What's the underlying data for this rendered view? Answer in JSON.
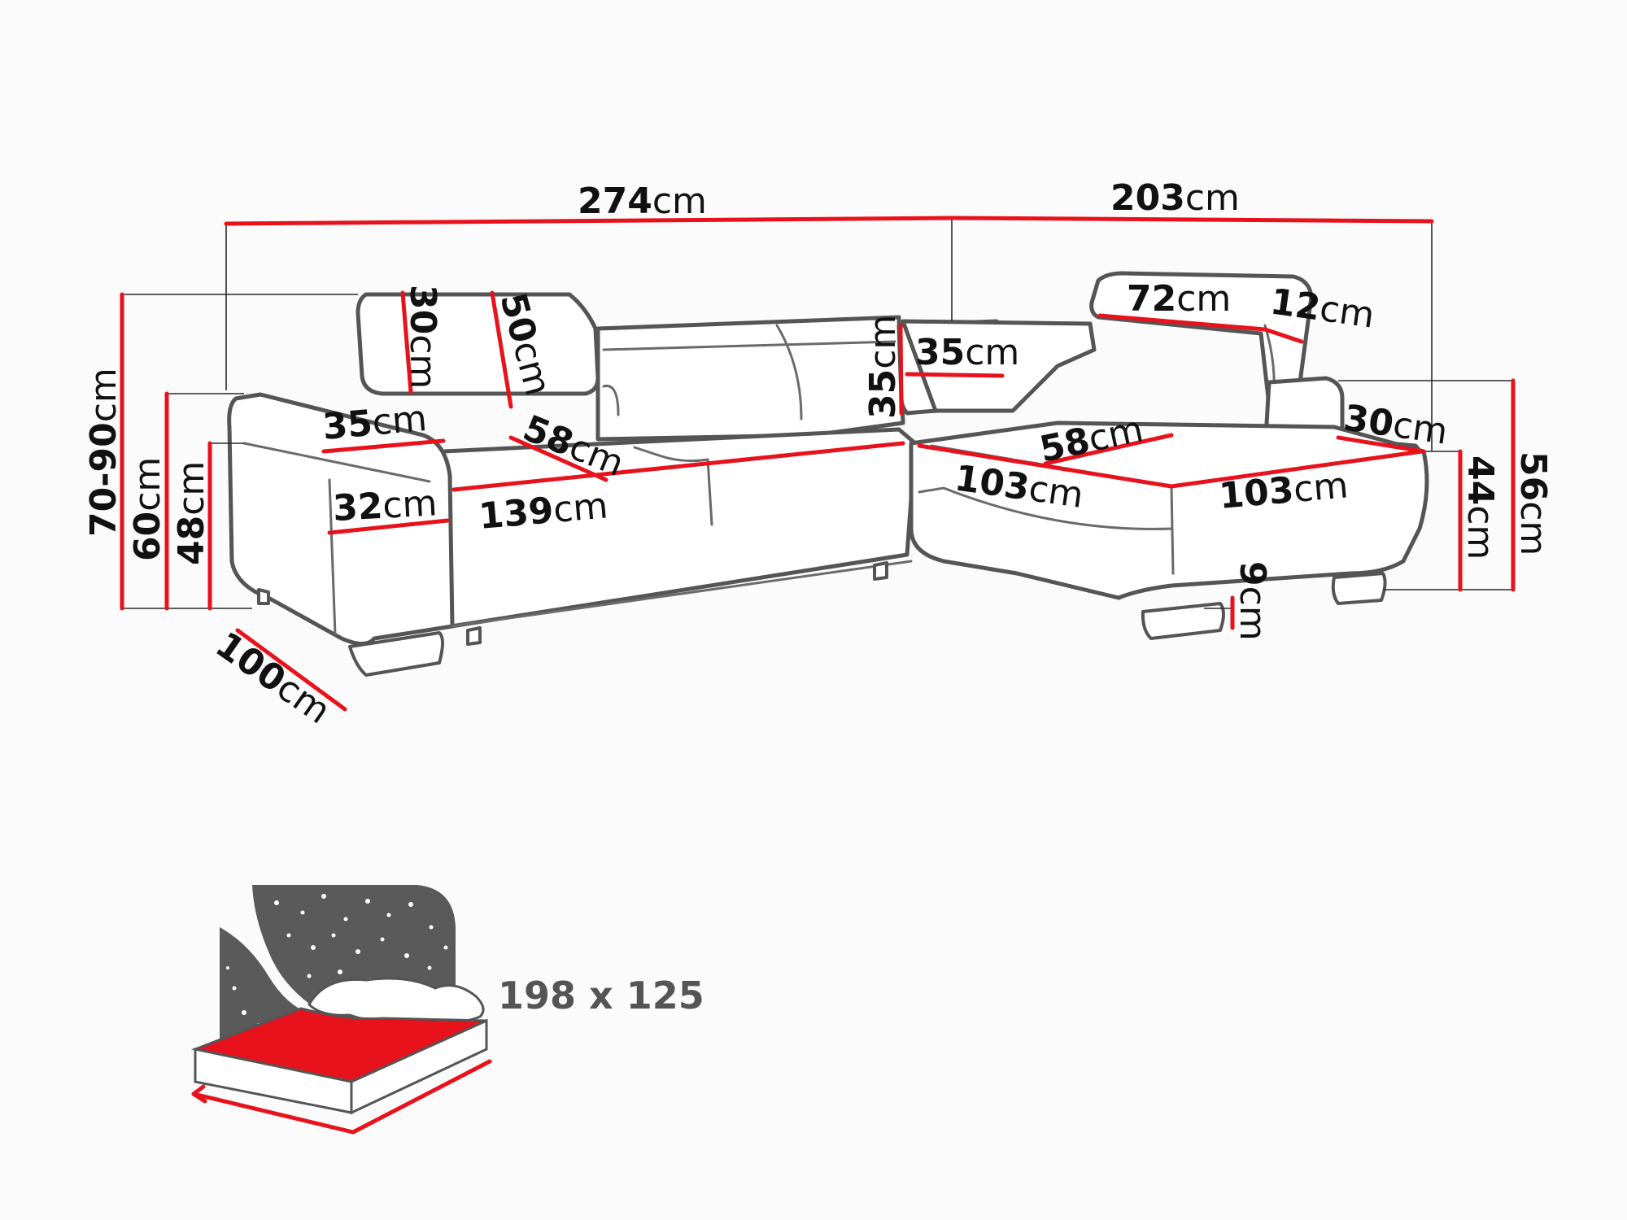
{
  "unit": "cm",
  "dimensions": {
    "total_width": "274",
    "chaise_width": "203",
    "height_adjustable": "70-90",
    "height_60": "60",
    "height_48": "48",
    "headrest_left_height": "30",
    "backrest_height": "50",
    "armrest_width": "35",
    "seat_depth_left": "58",
    "seat_width": "139",
    "armrest_height": "32",
    "depth_100": "100",
    "pillow_height": "35",
    "pillow_width": "35",
    "headrest_width": "72",
    "headrest_depth": "12",
    "chaise_seat_depth": "58",
    "chaise_width_front": "103",
    "chaise_width_side": "103",
    "chaise_arm_width": "30",
    "seat_height_44": "44",
    "chaise_height_56": "56",
    "leg_height": "9"
  },
  "bed": {
    "size_label": "198 x 125"
  },
  "colors": {
    "dimension_line": "#e8121c",
    "outline": "#555555",
    "night_sky": "#5a5a5a",
    "mattress": "#e8121c"
  }
}
